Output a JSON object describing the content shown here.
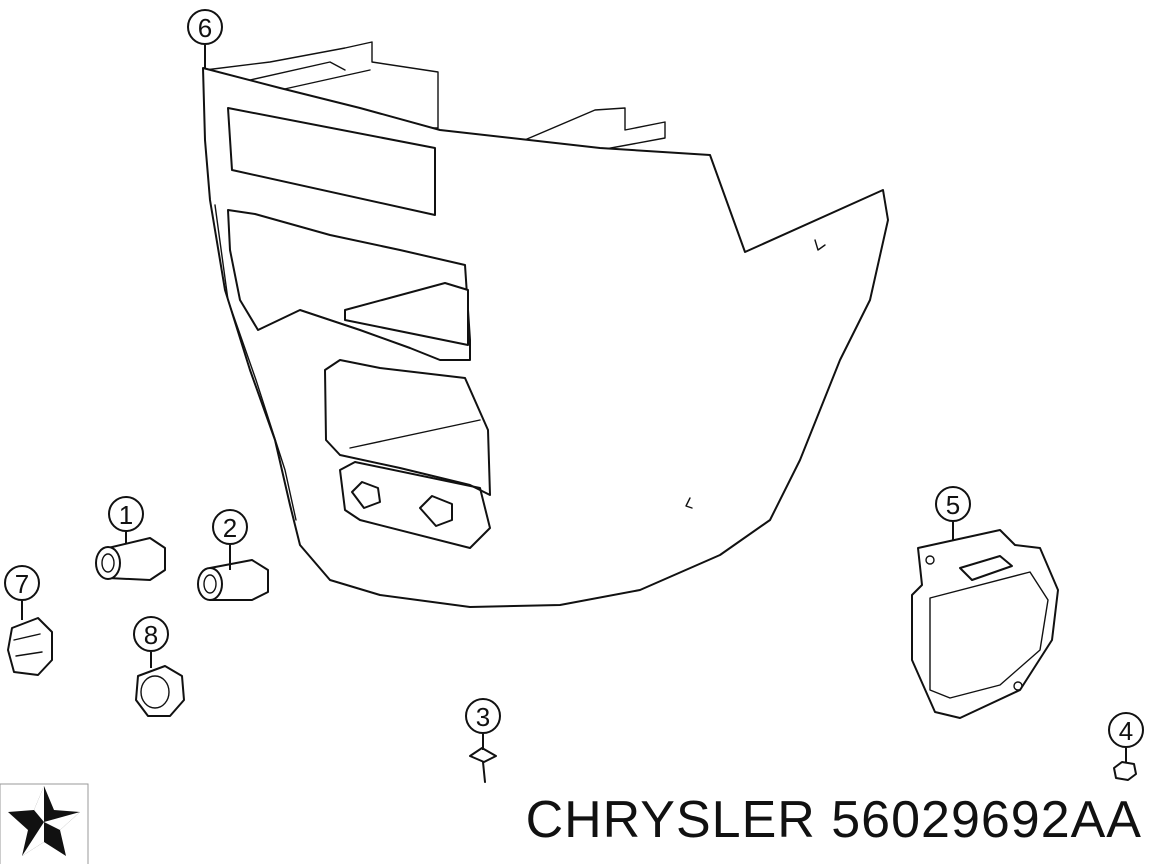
{
  "callouts": [
    "1",
    "2",
    "3",
    "4",
    "5",
    "6",
    "7",
    "8"
  ],
  "footer": {
    "brand": "CHRYSLER",
    "part_number": "56029692AA"
  },
  "icons": {
    "logo": "chrysler-pentastar-logo"
  }
}
